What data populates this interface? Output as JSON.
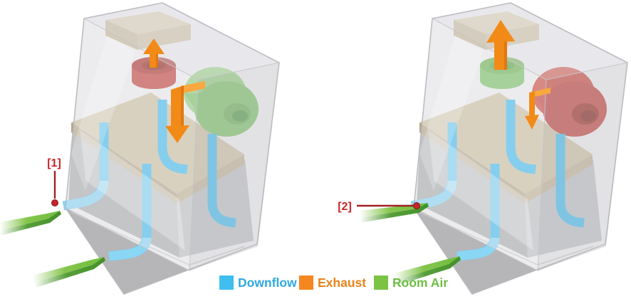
{
  "figure": {
    "type": "biosafety-cabinet-airflow-diagram",
    "background": "#FFFFFF"
  },
  "annotations": {
    "color": "#C8242B",
    "items": [
      {
        "label": "[1]"
      },
      {
        "label": "[2]"
      }
    ]
  },
  "legend": {
    "items": [
      {
        "label": "Downflow",
        "swatch_color": "#3EBFEF",
        "text_color": "#2FA9DF"
      },
      {
        "label": "Exhaust",
        "swatch_color": "#F6861F",
        "text_color": "#E8821B"
      },
      {
        "label": "Room Air",
        "swatch_color": "#7CC243",
        "text_color": "#6FBE44"
      }
    ]
  },
  "flow_colors": {
    "downflow": "#45BDEE",
    "exhaust": "#F28A17",
    "room_air": "#7FC243"
  },
  "cabinets": [
    {
      "name": "cabinet-1",
      "callout": "[1]",
      "top_blower": {
        "body": "#C2423B",
        "top": "#AC352F",
        "rim": "#93291F",
        "hole": "#82231A"
      },
      "side_blower": {
        "body": "#7CC166",
        "back": "#95CF80",
        "rim": "#6BAF55",
        "hole": "#549947"
      }
    },
    {
      "name": "cabinet-2",
      "callout": "[2]",
      "top_blower": {
        "body": "#7CC166",
        "top": "#6EB350",
        "rim": "#5DA24A",
        "hole": "#4F9340"
      },
      "side_blower": {
        "body": "#C2423B",
        "back": "#CE4A3F",
        "rim": "#9B2C22",
        "hole": "#82231A"
      }
    }
  ]
}
